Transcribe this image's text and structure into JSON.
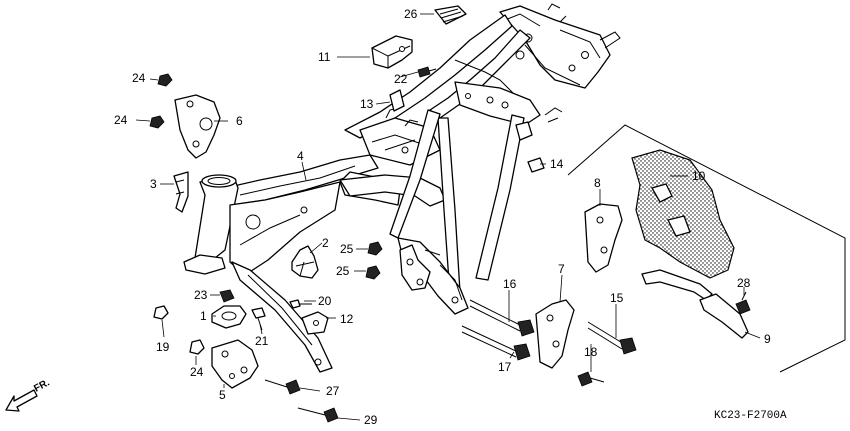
{
  "callouts": [
    "1",
    "2",
    "3",
    "4",
    "5",
    "6",
    "7",
    "8",
    "9",
    "10",
    "11",
    "12",
    "13",
    "14",
    "15",
    "16",
    "17",
    "18",
    "19",
    "20",
    "21",
    "22",
    "23",
    "24",
    "25",
    "26",
    "27",
    "28",
    "29"
  ],
  "diagram_code": "KC23-F2700A",
  "direction_label": "FR."
}
